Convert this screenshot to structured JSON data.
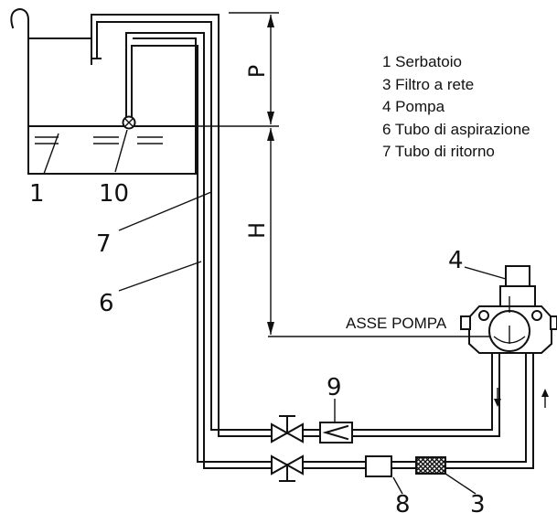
{
  "legend": [
    "1 Serbatoio",
    "3 Filtro a rete",
    "4 Pompa",
    "6 Tubo di aspirazione",
    "7 Tubo di ritorno"
  ],
  "dimensions": {
    "upper": "P",
    "lower": "H"
  },
  "axis_label": "ASSE POMPA",
  "callouts": {
    "tank": "1",
    "filter": "3",
    "pump": "4",
    "suction_pipe": "6",
    "return_pipe": "7",
    "item_8": "8",
    "item_9": "9",
    "item_10": "10"
  }
}
